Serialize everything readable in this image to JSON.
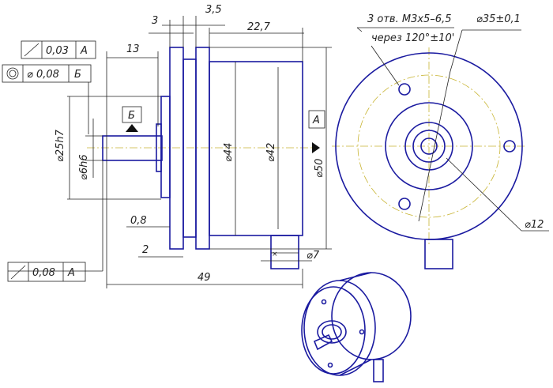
{
  "dimensions": {
    "d3": "3",
    "d3_5": "3,5",
    "d22_7": "22,7",
    "d13": "13",
    "d25h7": "⌀25h7",
    "d6h6": "⌀6h6",
    "d44": "⌀44",
    "d42": "⌀42",
    "d50": "⌀50",
    "d0_8": "0,8",
    "d2": "2",
    "d7": "⌀7",
    "d49": "49",
    "d12": "⌀12",
    "d35": "⌀35±0,1"
  },
  "note": {
    "line1": "3 отв. М3х5–6,5",
    "line2": "через 120°±10'"
  },
  "tolerances": [
    {
      "symbol": "runout-icon",
      "value": "0,03",
      "datum": "А"
    },
    {
      "symbol": "concentricity-icon",
      "value": "⌀ 0,08",
      "datum": "Б"
    },
    {
      "symbol": "runout-icon",
      "value": "0,08",
      "datum": "А"
    }
  ],
  "datums": {
    "b": "Б",
    "a": "А"
  },
  "colors": {
    "outline": "#1a1aa0",
    "axis": "#c8b432",
    "dim": "#222222"
  }
}
